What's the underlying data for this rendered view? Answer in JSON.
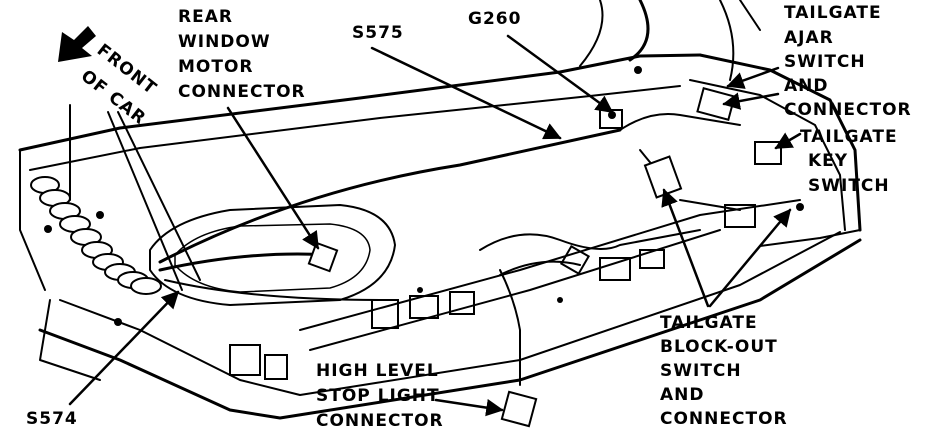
{
  "diagram": {
    "front_indicator": [
      "FRONT",
      "OF CAR"
    ],
    "labels": {
      "rear_window_motor_connector": [
        "REAR",
        "WINDOW",
        "MOTOR",
        "CONNECTOR"
      ],
      "s575": "S575",
      "g260": "G260",
      "tailgate_ajar_switch": [
        "TAILGATE",
        "AJAR",
        "SWITCH",
        "AND",
        "CONNECTOR"
      ],
      "tailgate_key_switch": [
        "TAILGATE",
        "KEY",
        "SWITCH"
      ],
      "tailgate_blockout_switch": [
        "TAILGATE",
        "BLOCK-OUT",
        "SWITCH",
        "AND",
        "CONNECTOR"
      ],
      "high_level_stop_light": [
        "HIGH LEVEL",
        "STOP LIGHT",
        "CONNECTOR"
      ],
      "s574": "S574"
    },
    "colors": {
      "ink": "#000000",
      "paper": "#ffffff"
    }
  }
}
